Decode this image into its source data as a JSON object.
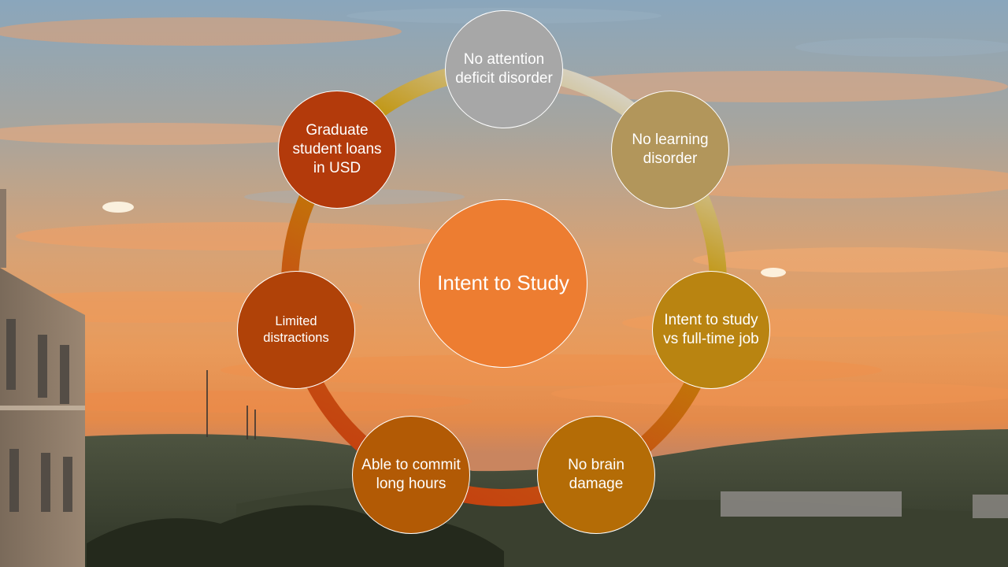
{
  "slide": {
    "center_label": "Intent to Study",
    "nodes": [
      {
        "label": "No attention deficit disorder",
        "color": "#a7a7a7"
      },
      {
        "label": "No learning disorder",
        "color": "#b2965b"
      },
      {
        "label": "Intent to study vs full-time job",
        "color": "#b98411"
      },
      {
        "label": "No brain damage",
        "color": "#b46c06"
      },
      {
        "label": "Able to commit long hours",
        "color": "#b25a05"
      },
      {
        "label": "Limited distractions",
        "color": "#b04208"
      },
      {
        "label": "Graduate student loans in USD",
        "color": "#b33a0b"
      }
    ],
    "center_color": "#ed7d31",
    "ring_colors": [
      "#d9d9d9",
      "#bf9000",
      "#c55a11",
      "#c43e0f"
    ]
  }
}
